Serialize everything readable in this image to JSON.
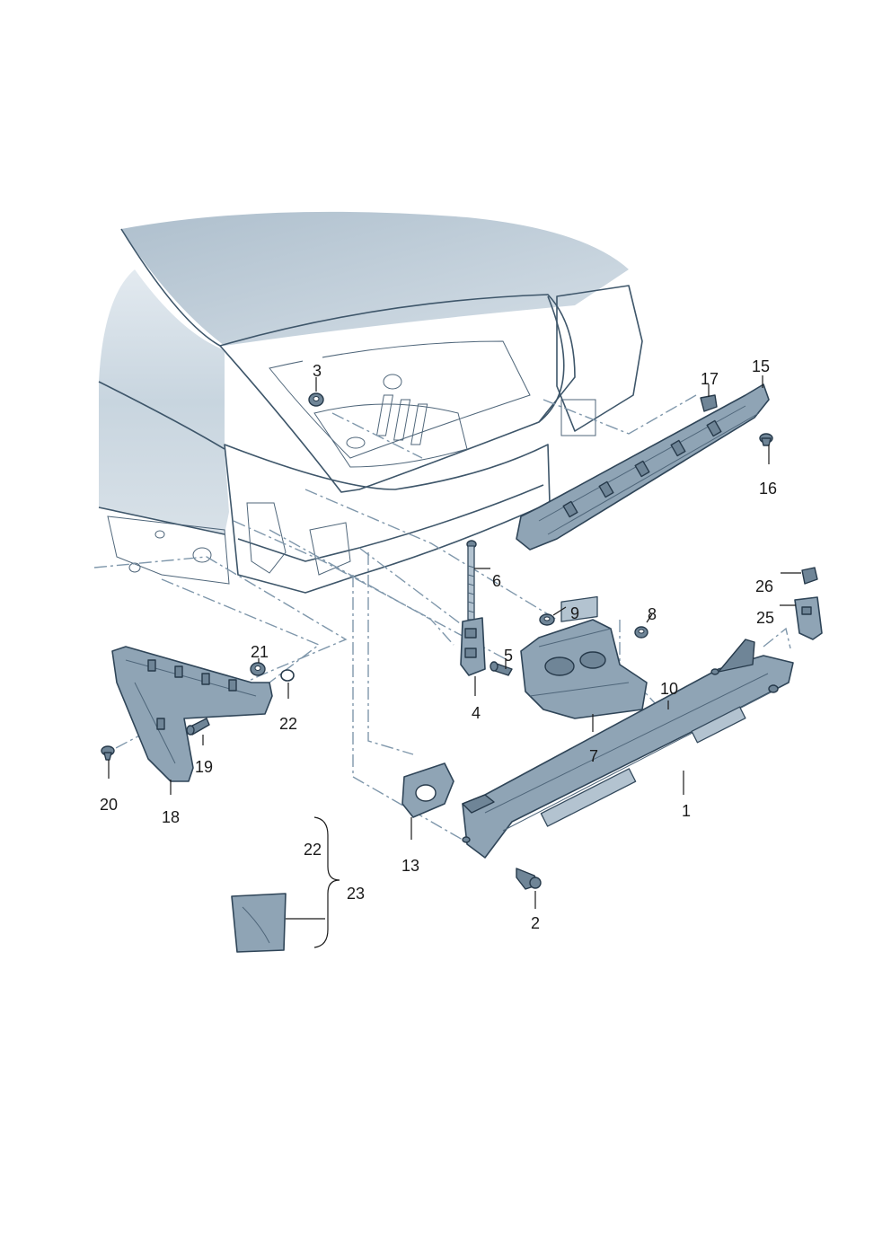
{
  "callouts": [
    {
      "id": "1",
      "text": "1"
    },
    {
      "id": "2",
      "text": "2"
    },
    {
      "id": "3",
      "text": "3"
    },
    {
      "id": "4",
      "text": "4"
    },
    {
      "id": "5",
      "text": "5"
    },
    {
      "id": "6",
      "text": "6"
    },
    {
      "id": "7",
      "text": "7"
    },
    {
      "id": "8",
      "text": "8"
    },
    {
      "id": "9",
      "text": "9"
    },
    {
      "id": "10",
      "text": "10"
    },
    {
      "id": "13",
      "text": "13"
    },
    {
      "id": "15",
      "text": "15"
    },
    {
      "id": "16",
      "text": "16"
    },
    {
      "id": "17",
      "text": "17"
    },
    {
      "id": "18",
      "text": "18"
    },
    {
      "id": "19",
      "text": "19"
    },
    {
      "id": "20",
      "text": "20"
    },
    {
      "id": "21",
      "text": "21"
    },
    {
      "id": "22a",
      "text": "22"
    },
    {
      "id": "22b",
      "text": "22"
    },
    {
      "id": "23",
      "text": "23"
    },
    {
      "id": "25",
      "text": "25"
    },
    {
      "id": "26",
      "text": "26"
    }
  ],
  "colors": {
    "body_shade": "#c9d6e0",
    "part_fill": "#8fa4b5",
    "outline": "#3e566a",
    "dash": "#7f97ab"
  }
}
